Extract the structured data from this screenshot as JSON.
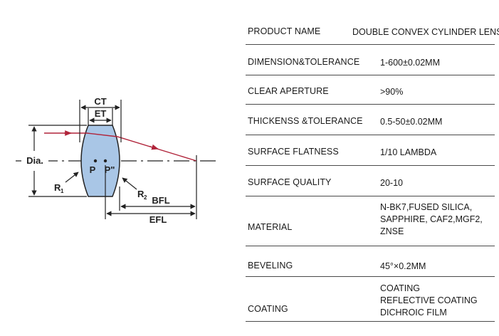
{
  "diagram": {
    "labels": {
      "ct": "CT",
      "et": "ET",
      "dia": "Dia.",
      "p": "P",
      "p_prime": "P\"",
      "r1": "R",
      "r1_sub": "1",
      "r2": "R",
      "r2_sub": "2",
      "bfl": "BFL",
      "efl": "EFL"
    },
    "colors": {
      "lens_fill": "#a9c6e6",
      "ray": "#b0243a",
      "line": "#222222"
    }
  },
  "spec": {
    "rows": [
      {
        "key": "PRODUCT NAME",
        "value": "DOUBLE CONVEX CYLINDER LENS"
      },
      {
        "key": "DIMENSION&TOLERANCE",
        "value": "1-600±0.02MM"
      },
      {
        "key": "CLEAR APERTURE",
        "value": ">90%"
      },
      {
        "key": "THICKENSS &TOLERANCE",
        "value": "0.5-50±0.02MM"
      },
      {
        "key": "SURFACE FLATNESS",
        "value": "1/10 LAMBDA"
      },
      {
        "key": "SURFACE QUALITY",
        "value": "20-10"
      },
      {
        "key": "MATERIAL",
        "value_lines": [
          "N-BK7,FUSED SILICA,",
          "SAPPHIRE, CAF2,MGF2,",
          "ZNSE"
        ]
      },
      {
        "key": "BEVELING",
        "value": "45°×0.2MM"
      },
      {
        "key": "COATING",
        "value_lines": [
          "COATING",
          "REFLECTIVE COATING",
          "DICHROIC FILM"
        ]
      }
    ]
  }
}
